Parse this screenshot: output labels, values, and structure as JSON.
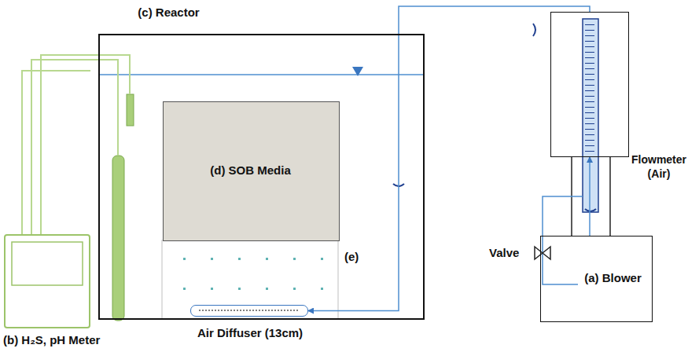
{
  "diagram": {
    "nodes": [
      {
        "text": [
          "(c) Reactor"
        ]
      },
      {
        "text": [
          "(d) SOB Media"
        ],
        "in": 0
      },
      {
        "text": [
          "Air Diffuser (13cm)"
        ],
        "in": 0
      },
      {
        "text": [
          "(b) H₂S, pH Meter"
        ]
      },
      {
        "text": [
          "Flowmeter (Air)"
        ]
      },
      {
        "text": [
          "(a) Blower"
        ]
      }
    ],
    "edges": [
      {
        "from": 5,
        "to": 4,
        "arrow": "to"
      },
      {
        "from": 4,
        "to": 2,
        "arrow": "to"
      }
    ],
    "labels": [
      "(e)",
      "Valve"
    ]
  }
}
